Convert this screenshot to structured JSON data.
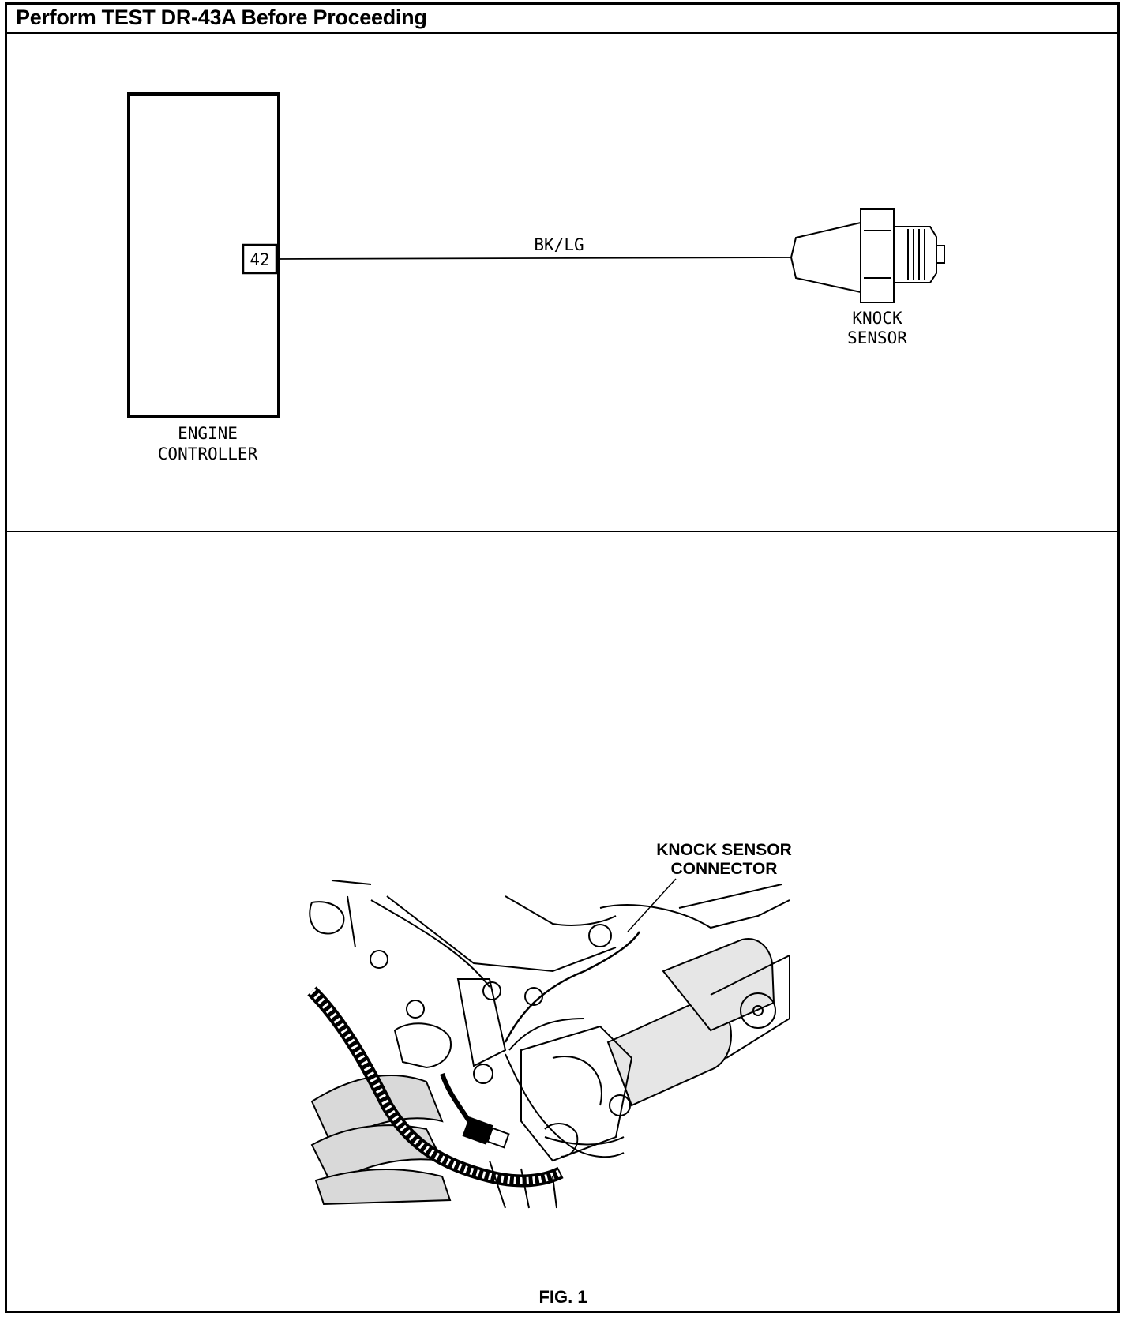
{
  "header": {
    "title": "Perform TEST DR-43A Before Proceeding"
  },
  "schematic": {
    "controller": {
      "label_line1": "ENGINE",
      "label_line2": "CONTROLLER",
      "pin": "42"
    },
    "wire": {
      "color_code": "BK/LG"
    },
    "sensor": {
      "label_line1": "KNOCK",
      "label_line2": "SENSOR"
    }
  },
  "illustration": {
    "callout_line1": "KNOCK SENSOR",
    "callout_line2": "CONNECTOR",
    "figure_label": "FIG. 1"
  }
}
